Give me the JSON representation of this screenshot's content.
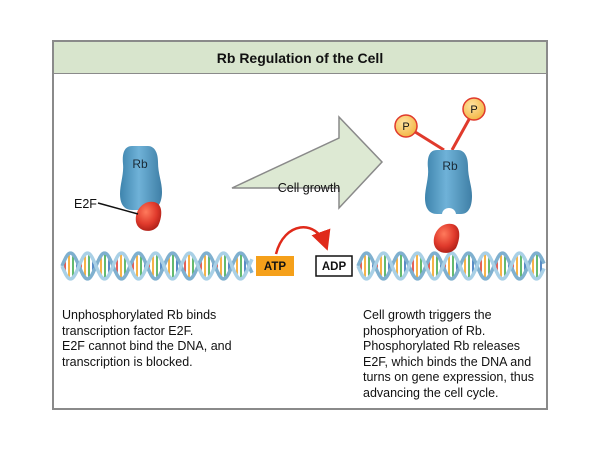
{
  "title": "Rb Regulation of the Cell",
  "labels": {
    "rb_left": "Rb",
    "rb_right": "Rb",
    "e2f": "E2F",
    "cell_growth": "Cell growth",
    "atp": "ATP",
    "adp": "ADP",
    "phosphate_1": "P",
    "phosphate_2": "P"
  },
  "captions": {
    "left": [
      "Unphosphorylated Rb binds",
      "transcription factor E2F.",
      "E2F cannot bind the DNA, and",
      "transcription is blocked."
    ],
    "right": [
      "Cell growth triggers the",
      "phosphoryation of Rb.",
      "Phosphorylated Rb releases",
      "E2F, which binds the DNA and",
      "turns on gene expression, thus",
      "advancing the cell cycle."
    ]
  },
  "colors": {
    "title_bar": "#d8e5cd",
    "rb_protein": "#5aa0c8",
    "e2f_protein": "#e03a2c",
    "arrow_fill": "#dde9d3",
    "atp_box": "#f5a01a",
    "phosphate": "#f7c35a",
    "curved_arrow": "#e02a1a"
  }
}
